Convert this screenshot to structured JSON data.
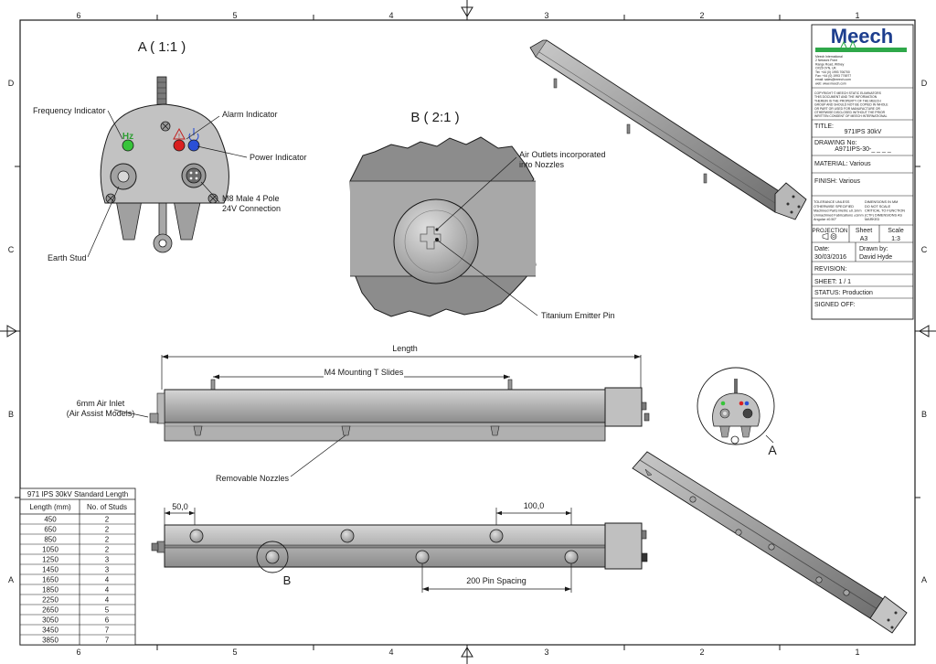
{
  "sheet": {
    "zones_columns": [
      "6",
      "5",
      "4",
      "3",
      "2",
      "1"
    ],
    "zones_rows": [
      "D",
      "C",
      "B",
      "A"
    ]
  },
  "views": {
    "view_a_title": "A ( 1:1 )",
    "view_b_title": "B ( 2:1 )",
    "detail_a_label": "A",
    "detail_b_label": "B",
    "hz_mark": "Hz"
  },
  "callouts": {
    "frequency_indicator": "Frequency Indicator",
    "alarm_indicator": "Alarm Indicator",
    "power_indicator": "Power Indicator",
    "m8_line1": "M8 Male 4 Pole",
    "m8_line2": "24V Connection",
    "earth_stud": "Earth Stud",
    "air_outlets_line1": "Air Outlets incorporated",
    "air_outlets_line2": "into Nozzles",
    "titanium_pin": "Titanium Emitter Pin",
    "length": "Length",
    "m4_slides": "M4 Mounting T Slides",
    "air_inlet_line1": "6mm Air Inlet",
    "air_inlet_line2": "(Air Assist Models)",
    "removable_nozzles": "Removable Nozzles",
    "dim_50": "50,0",
    "dim_100": "100,0",
    "pin_spacing": "200 Pin Spacing"
  },
  "length_table": {
    "title": "971 IPS 30kV Standard Length",
    "headers": [
      "Length (mm)",
      "No. of Studs"
    ],
    "rows": [
      [
        "450",
        "2"
      ],
      [
        "650",
        "2"
      ],
      [
        "850",
        "2"
      ],
      [
        "1050",
        "2"
      ],
      [
        "1250",
        "3"
      ],
      [
        "1450",
        "3"
      ],
      [
        "1650",
        "4"
      ],
      [
        "1850",
        "4"
      ],
      [
        "2250",
        "4"
      ],
      [
        "2650",
        "5"
      ],
      [
        "3050",
        "6"
      ],
      [
        "3450",
        "7"
      ],
      [
        "3850",
        "7"
      ]
    ]
  },
  "title_block": {
    "logo": "Meech",
    "address": [
      "Meech International",
      "2 Network Point",
      "Range Road, Witney",
      "OX29 0YN, UK",
      "Tel: +44 (0) 1993 706700",
      "Fax: +44 (0) 1993 776977",
      "email: sales@meech.com",
      "web: www.meech.com"
    ],
    "copyright": [
      "COPYRIGHT © MEECH STATIC ELIMINATORS",
      "THIS DOCUMENT AND THE INFORMATION",
      "THEREIN IS THE PROPERTY OF THE MEECH",
      "GROUP AND SHOULD NOT BE COPIED IN WHOLE",
      "OR PART OR USED FOR MANUFACTURE OR",
      "OTHERWISE DISCLOSED WITHOUT THE PRIOR",
      "WRITTEN CONSENT OF MEECH INTERNATIONAL"
    ],
    "title_label": "TITLE:",
    "title_value": "971IPS 30kV",
    "drawing_no_label": "DRAWING No:",
    "drawing_no_value": "A971IPS-30-_ _ _ _",
    "material": "MATERIAL: Various",
    "finish": "FINISH: Various",
    "tolerance_left": [
      "TOLERANCE UNLESS",
      "OTHERWISE SPECIFIED",
      "Machined Parts Metric ±0.1mm",
      "Unmachined Fabrications ±1mm",
      "Angular ±0.50°"
    ],
    "tolerance_right": [
      "DIMENSIONS IN MM",
      "DO NOT SCALE",
      "CRITICAL TO FUNCTION",
      "(CTF) DIMENSIONS AS",
      "MARKED"
    ],
    "projection_label": "PROJECTION",
    "sheet_label": "Sheet",
    "sheet_value": "A3",
    "scale_label": "Scale",
    "scale_value": "1:3",
    "date_label": "Date:",
    "date_value": "30/03/2016",
    "drawn_label": "Drawn by:",
    "drawn_value": "David Hyde",
    "revision": "REVISION:",
    "sheet_count": "SHEET: 1 / 1",
    "status": "STATUS: Production",
    "signed_off": "SIGNED OFF:"
  },
  "colors": {
    "line": "#1a1a1a",
    "body_gray": "#b4b4b4",
    "dark_gray": "#8a8a8a",
    "light_gray": "#d2d2d2",
    "brand_blue": "#1d3e8e",
    "brand_green": "#2fa84a",
    "led_green": "#37c43a",
    "led_red": "#d92020",
    "led_blue": "#2a4fd6"
  }
}
